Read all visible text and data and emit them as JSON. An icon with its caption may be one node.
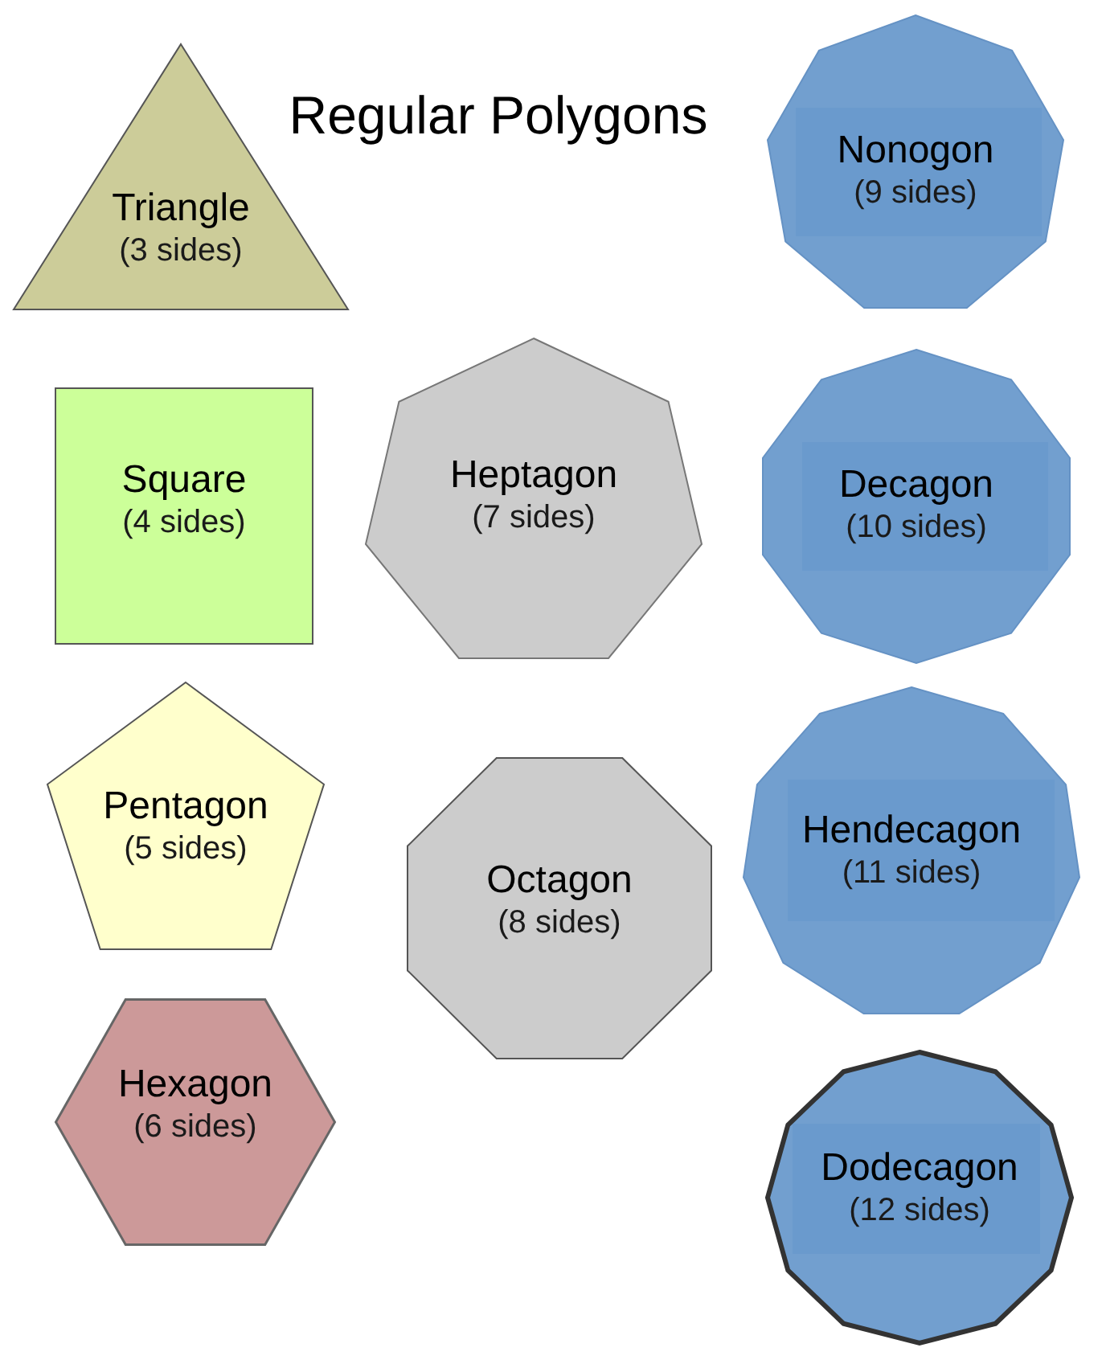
{
  "diagram": {
    "title": "Regular Polygons",
    "nodes": [
      {
        "text": [
          "Triangle",
          "(3 sides)"
        ]
      },
      {
        "text": [
          "Square",
          "(4 sides)"
        ]
      },
      {
        "text": [
          "Pentagon",
          "(5 sides)"
        ]
      },
      {
        "text": [
          "Hexagon",
          "(6 sides)"
        ]
      },
      {
        "text": [
          "Heptagon",
          "(7 sides)"
        ]
      },
      {
        "text": [
          "Octagon",
          "(8 sides)"
        ]
      },
      {
        "text": [
          "Nonogon",
          "(9 sides)"
        ]
      },
      {
        "text": [
          "Decagon",
          "(10 sides)"
        ]
      },
      {
        "text": [
          "Hendecagon",
          "(11 sides)"
        ]
      },
      {
        "text": [
          "Dodecagon",
          "(12 sides)"
        ]
      }
    ]
  }
}
